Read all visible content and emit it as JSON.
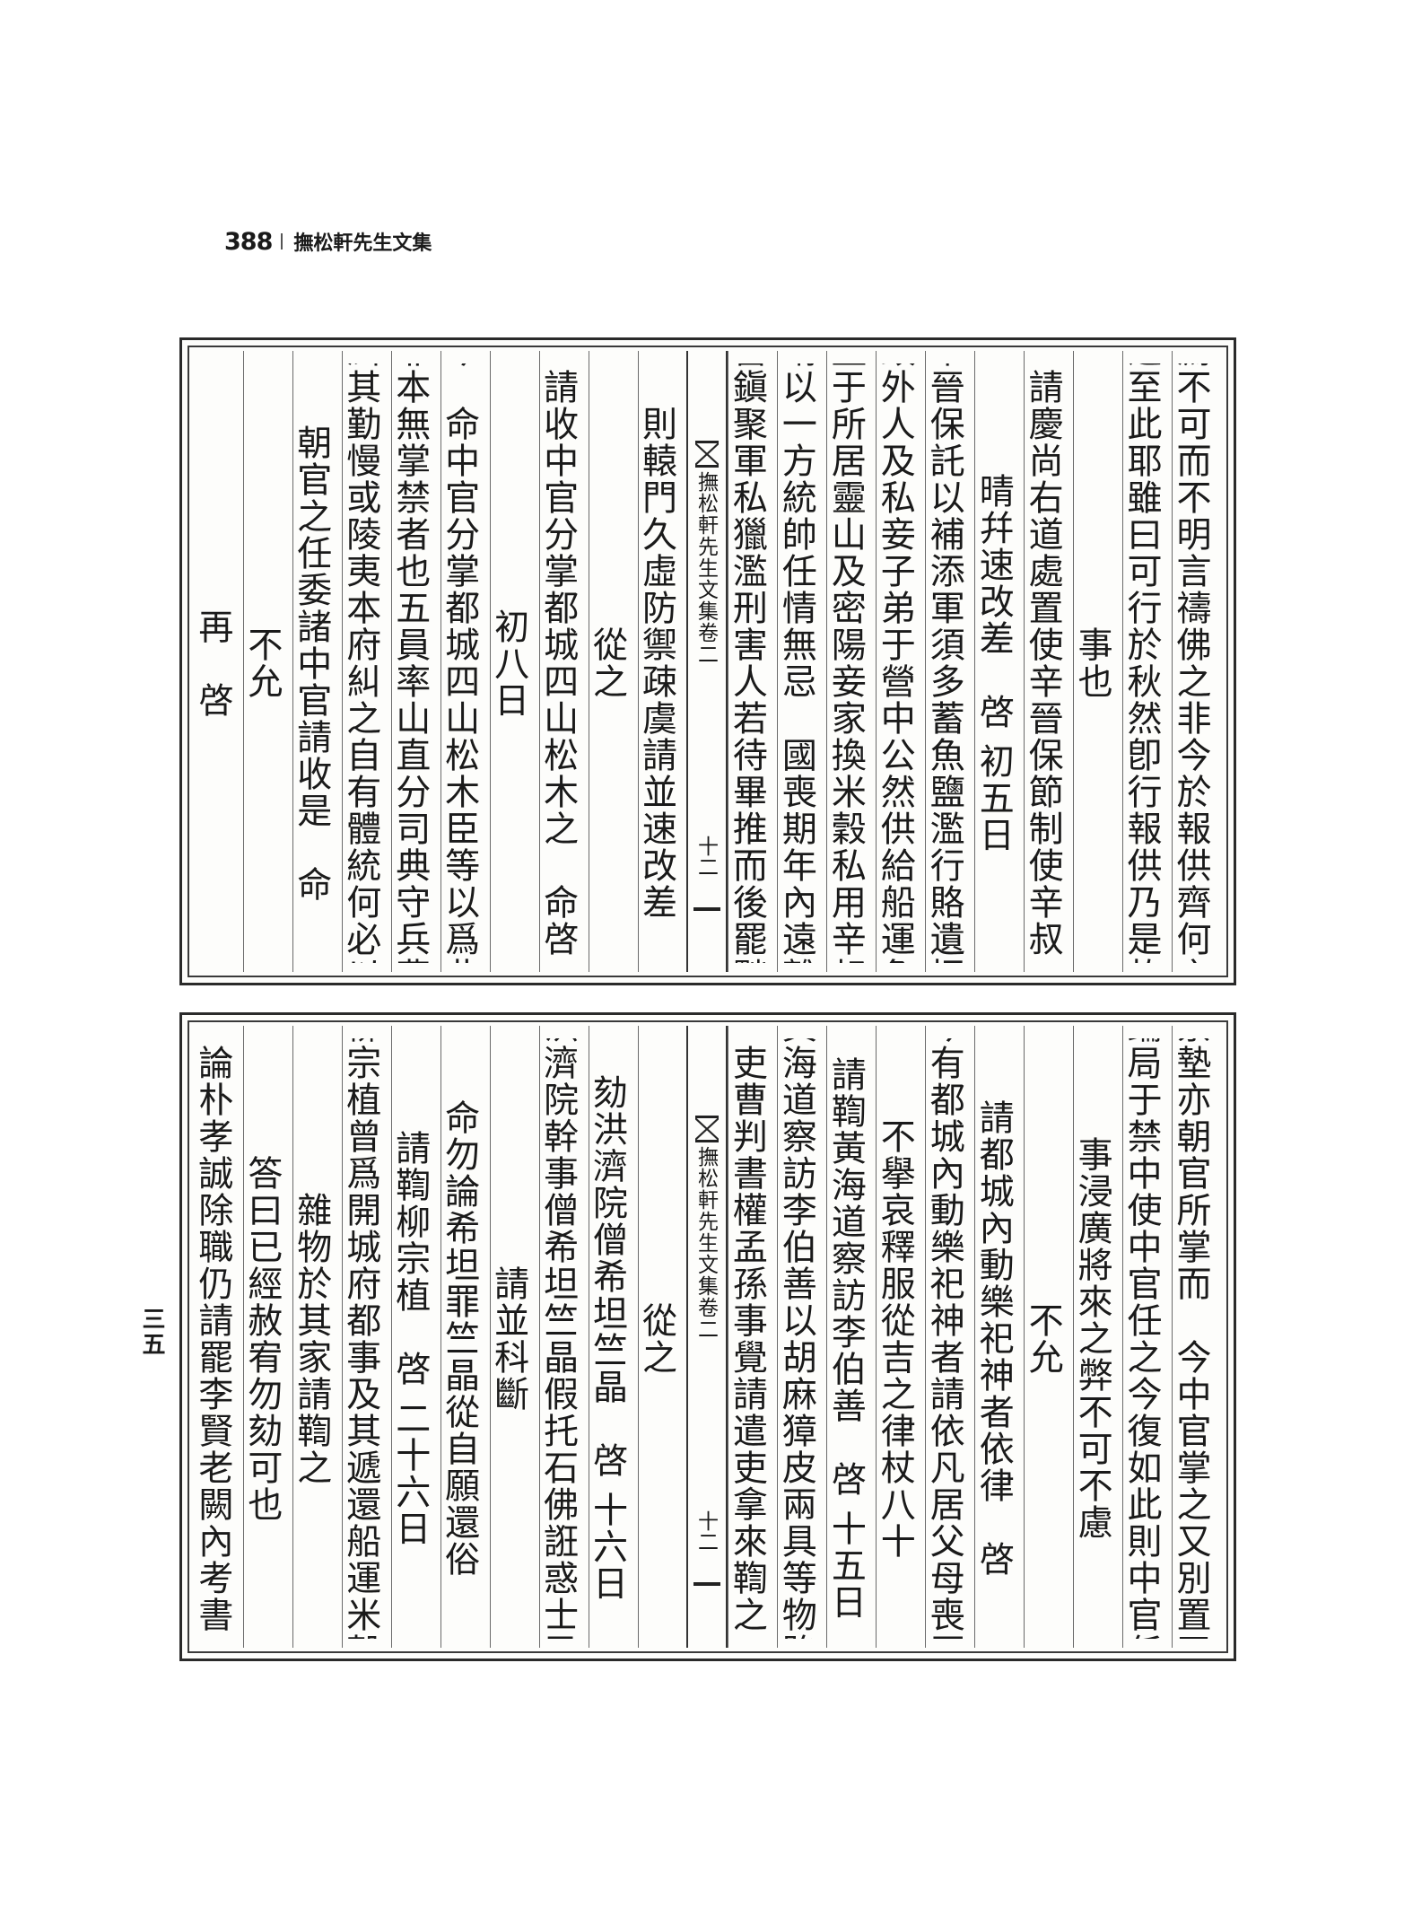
{
  "header": {
    "page_number": "388",
    "book_title": "撫松軒先生文集"
  },
  "top_panel": {
    "right_columns": [
      "爲不可而不明言禱佛之非今於報供齊何言",
      "之至此耶雖曰可行於秋然卽行報供乃是故",
      "事也",
      "請慶尚右道處置使辛晉保節制使辛叔",
      "晴幷速改差　啓 初五日",
      "辛晉保託以補添軍須多蓄魚鹽濫行賂遺招",
      "致外人及私妾子弟于營中公然供給船運魚",
      "鹽于所居靈山及密陽妾家換米穀私用辛叔",
      "晴以一方統帥任情無忌　國喪期年內遠離",
      "營鎭聚軍私獵濫刑害人若待畢推而後罷黜"
    ],
    "fold": {
      "title": "撫松軒先生文集卷二",
      "leaf_number": "十二"
    },
    "left_columns": [
      "則轅門久虛防禦疎虞請並速改差",
      "從之",
      "請收中官分掌都城四山松木之　命啓",
      "初八日",
      "今　命中官分掌都城四山松木臣等以爲此",
      "非本無掌禁者也五員率山直分司典守兵曹",
      "糾其勤慢或陵夷本府糾之自有體統何必以",
      "朝官之任委諸中官請收是　命",
      "不允",
      "再　啓"
    ]
  },
  "bottom_panel": {
    "right_columns": [
      "禁墊亦朝官所掌而　今中官掌之又別置司",
      "鑰局于禁中使中官任之今復如此則中官任",
      "事浸廣將來之弊不可不慮",
      "不允",
      "請都城內動樂祀神者依律　啓",
      "今有都城內動樂祀神者請依凡居父母喪匿",
      "不擧哀釋服從吉之律杖八十",
      "請鞫黃海道察訪李伯善　啓 十五日",
      "黃海道察訪李伯善以胡麻獐皮兩具等物賂",
      "吏曹判書權孟孫事覺請遣吏拿來鞫之"
    ],
    "fold": {
      "title": "撫松軒先生文集卷二",
      "leaf_number": "十二"
    },
    "left_columns": [
      "從之",
      "劾洪濟院僧希坦竺晶　啓 十六日",
      "洪濟院幹事僧希坦竺晶假托石佛誑惑士民",
      "請並科斷",
      "命勿論希坦罪竺晶從自願還俗",
      "請鞫柳宗植　啓 二十六日",
      "柳宗植曾爲開城府都事及其遞還船運米穀",
      "雜物於其家請鞫之",
      "答曰已經赦宥勿劾可也",
      "論朴孝誠除職仍請罷李賢老闕內考書"
    ]
  },
  "margin_label": "三五"
}
